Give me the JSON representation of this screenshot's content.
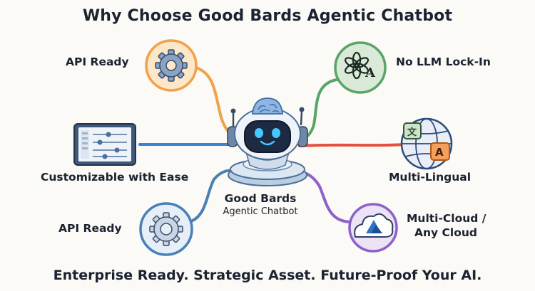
{
  "title": "Why Choose Good Bards Agentic Chatbot",
  "center": {
    "name": "Good Bards",
    "subtitle": "Agentic Chatbot"
  },
  "features": {
    "api_ready_top": "API Ready",
    "customizable": "Customizable with Ease",
    "api_ready_bottom": "API Ready",
    "no_llm_lockin": "No LLM Lock-In",
    "multilingual": "Multi-Lingual",
    "multicloud_line1": "Multi-Cloud /",
    "multicloud_line2": "Any Cloud"
  },
  "icons": {
    "api_ready_top": "gear-icon",
    "customizable": "tablet-sliders-icon",
    "api_ready_bottom": "gear-icon",
    "no_llm_lockin": "openai-anthropic-logos-icon",
    "multilingual": "globe-translate-icon",
    "multicloud": "cloud-azure-icon",
    "center": "robot-icon"
  },
  "colors": {
    "orange": "#f0a24a",
    "green": "#5aa467",
    "blue": "#3b82d6",
    "red": "#e2523f",
    "purple": "#8c62c7",
    "steel": "#4a80b5"
  },
  "footer": "Enterprise Ready. Strategic Asset. Future-Proof Your AI."
}
